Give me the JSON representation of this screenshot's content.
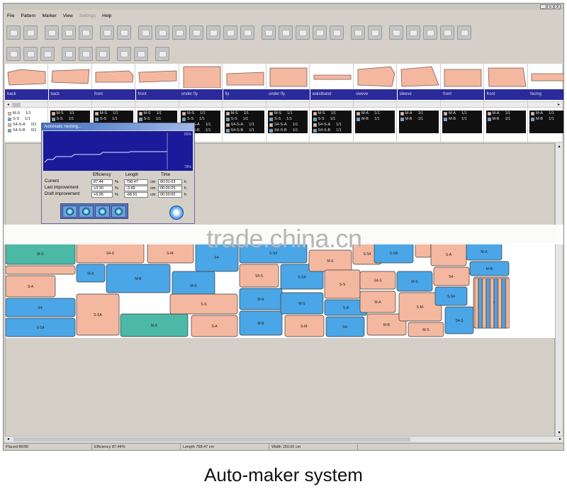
{
  "window": {
    "controls": [
      "_",
      "▫",
      "x"
    ]
  },
  "menu": {
    "items": [
      {
        "label": "File",
        "enabled": true
      },
      {
        "label": "Pattern",
        "enabled": true
      },
      {
        "label": "Marker",
        "enabled": true
      },
      {
        "label": "View",
        "enabled": true
      },
      {
        "label": "Settings",
        "enabled": false
      },
      {
        "label": "Help",
        "enabled": true
      }
    ]
  },
  "pieces": [
    {
      "name": "back",
      "sizes": [
        {
          "label": "M-S",
          "count": "1/1"
        },
        {
          "label": "S-S",
          "count": "1/1"
        },
        {
          "label": "S4-S-A",
          "count": "0/1"
        },
        {
          "label": "S4-S-B",
          "count": "0/1"
        }
      ],
      "info_style": "light"
    },
    {
      "name": "back",
      "sizes": [
        {
          "label": "M-S",
          "count": "1/1"
        },
        {
          "label": "S-S",
          "count": "1/1"
        }
      ],
      "info_style": "dark"
    },
    {
      "name": "front",
      "sizes": [
        {
          "label": "M-S",
          "count": "1/1"
        },
        {
          "label": "S-S",
          "count": "1/1"
        }
      ],
      "info_style": "dark"
    },
    {
      "name": "front",
      "sizes": [
        {
          "label": "M-S",
          "count": "1/1"
        },
        {
          "label": "S-S",
          "count": "1/1"
        }
      ],
      "info_style": "dark"
    },
    {
      "name": "under fly",
      "sizes": [
        {
          "label": "M-S",
          "count": "1/1"
        },
        {
          "label": "S-S",
          "count": "1/1"
        },
        {
          "label": "S4-S-A",
          "count": "1/1"
        },
        {
          "label": "S4-S-B",
          "count": "1/1"
        }
      ],
      "info_style": "dark"
    },
    {
      "name": "fly",
      "sizes": [
        {
          "label": "M-S",
          "count": "1/1"
        },
        {
          "label": "S-S",
          "count": "1/1"
        },
        {
          "label": "S4-S-A",
          "count": "1/1"
        },
        {
          "label": "S4-S-B",
          "count": "1/1"
        }
      ],
      "info_style": "dark"
    },
    {
      "name": "under fly",
      "sizes": [
        {
          "label": "M-S",
          "count": "1/1"
        },
        {
          "label": "S-S",
          "count": "1/1"
        },
        {
          "label": "S4-S-A",
          "count": "1/1"
        },
        {
          "label": "S4-S-B",
          "count": "1/1"
        }
      ],
      "info_style": "dark"
    },
    {
      "name": "waistband",
      "sizes": [
        {
          "label": "M-S",
          "count": "1/1"
        },
        {
          "label": "S-S",
          "count": "1/1"
        },
        {
          "label": "S4-S-A",
          "count": "1/1"
        },
        {
          "label": "S4-S-B",
          "count": "1/1"
        }
      ],
      "info_style": "dark"
    },
    {
      "name": "sleeve",
      "sizes": [
        {
          "label": "M-A",
          "count": "1/1"
        },
        {
          "label": "M-B",
          "count": "1/1"
        }
      ],
      "info_style": "dark"
    },
    {
      "name": "sleeve",
      "sizes": [
        {
          "label": "M-A",
          "count": "1/1"
        },
        {
          "label": "M-B",
          "count": "1/1"
        }
      ],
      "info_style": "dark"
    },
    {
      "name": "front",
      "sizes": [
        {
          "label": "M-A",
          "count": "1/1"
        },
        {
          "label": "M-B",
          "count": "1/1"
        }
      ],
      "info_style": "dark"
    },
    {
      "name": "front",
      "sizes": [
        {
          "label": "M-A",
          "count": "1/1"
        },
        {
          "label": "M-B",
          "count": "1/1"
        }
      ],
      "info_style": "dark"
    },
    {
      "name": "facing",
      "sizes": [
        {
          "label": "M-A",
          "count": "1/1"
        },
        {
          "label": "M-B",
          "count": "1/1"
        }
      ],
      "info_style": "dark"
    }
  ],
  "nesting_dialog": {
    "title": "Automatic nesting...",
    "graph": {
      "top_tick": "85%",
      "bottom_tick": "79%"
    },
    "columns": [
      "Efficiency",
      "Length",
      "Time"
    ],
    "rows": [
      {
        "label": "Current",
        "efficiency": "87.44",
        "length": "798.47",
        "time": "00:01:03"
      },
      {
        "label": "Last improvement",
        "efficiency": "+0.30",
        "length": "-3.49",
        "time": "00:00:25"
      },
      {
        "label": "Draft improvement",
        "efficiency": "+6.95",
        "length": "-68.91",
        "time": "00:00:00"
      }
    ],
    "units": {
      "efficiency": "%",
      "length": "cm",
      "time": "h"
    }
  },
  "status": {
    "placed": "Placed 86/90",
    "efficiency": "Efficiency 87.44%",
    "length": "Length 798.47 cm",
    "width": "Width 150.00 cm"
  },
  "watermark": "trade.china.cn",
  "caption": "Auto-maker system",
  "colors": {
    "piece_salmon": "#f4b8a0",
    "piece_blue": "#4aa6e6",
    "piece_teal": "#4cb8a6",
    "label_bar": "#2a2a9a",
    "graph_bg": "#1a1a9a"
  },
  "marker_piece_labels": [
    "M-S",
    "S-S",
    "S-A",
    "S4-",
    "S-S4",
    "S4-S",
    "M-A",
    "M-B",
    "S-SA",
    "M-S",
    "S-M-"
  ]
}
